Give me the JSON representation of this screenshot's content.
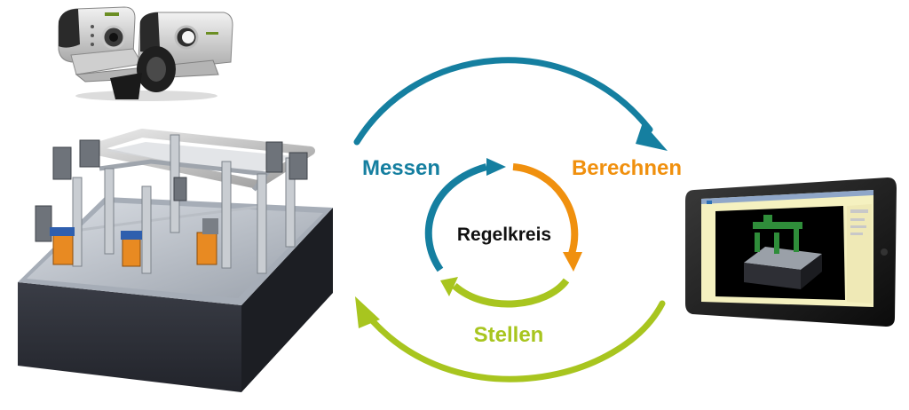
{
  "labels": {
    "center": "Regelkreis",
    "measure": "Messen",
    "compute": "Berechnen",
    "adjust": "Stellen"
  },
  "colors": {
    "measure": "#157fa0",
    "compute": "#f0900e",
    "adjust": "#a8c51f",
    "fixture_base": "#2c2f37",
    "tablet_frame": "#141414",
    "tablet_screen": "#f5f1c0"
  },
  "icons": {
    "camera": "3d-scanner-camera-icon",
    "fixture": "measuring-fixture-icon",
    "tablet": "tablet-software-icon"
  }
}
